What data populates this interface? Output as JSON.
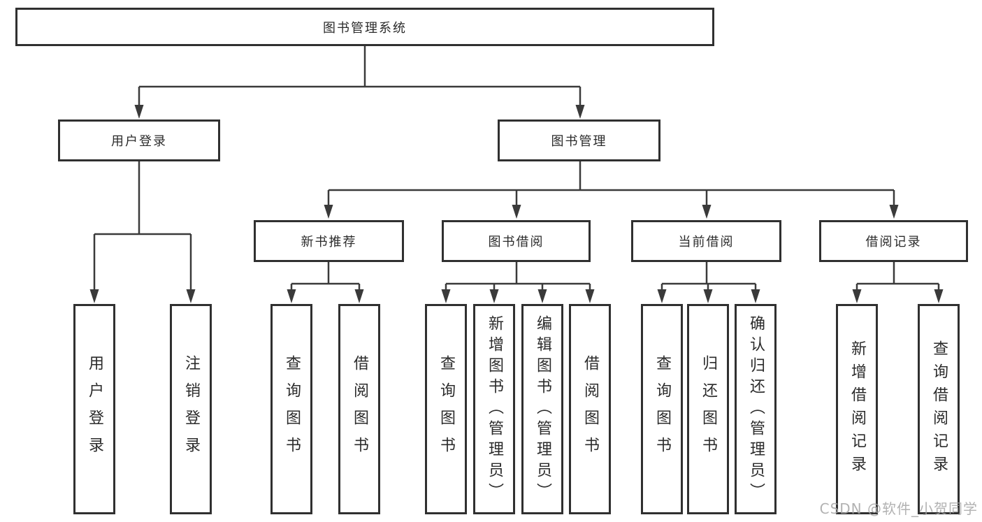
{
  "diagram": {
    "root": {
      "label": "图书管理系统"
    },
    "level2": [
      {
        "label": "用户登录",
        "parent": "图书管理系统"
      },
      {
        "label": "图书管理",
        "parent": "图书管理系统"
      }
    ],
    "level3": [
      {
        "label": "新书推荐",
        "parent": "图书管理"
      },
      {
        "label": "图书借阅",
        "parent": "图书管理"
      },
      {
        "label": "当前借阅",
        "parent": "图书管理"
      },
      {
        "label": "借阅记录",
        "parent": "图书管理"
      }
    ],
    "leaves": [
      {
        "label": "用户登录",
        "parent": "用户登录"
      },
      {
        "label": "注销登录",
        "parent": "用户登录"
      },
      {
        "label": "查询图书",
        "parent": "新书推荐"
      },
      {
        "label": "借阅图书",
        "parent": "新书推荐"
      },
      {
        "label": "查询图书",
        "parent": "图书借阅"
      },
      {
        "label": "新增图书（管理员）",
        "parent": "图书借阅"
      },
      {
        "label": "编辑图书（管理员）",
        "parent": "图书借阅"
      },
      {
        "label": "借阅图书",
        "parent": "图书借阅"
      },
      {
        "label": "查询图书",
        "parent": "当前借阅"
      },
      {
        "label": "归还图书",
        "parent": "当前借阅"
      },
      {
        "label": "确认归还（管理员）",
        "parent": "当前借阅"
      },
      {
        "label": "新增借阅记录",
        "parent": "借阅记录"
      },
      {
        "label": "查询借阅记录",
        "parent": "借阅记录"
      }
    ],
    "watermark": "CSDN @软件_小贺同学",
    "colors": {
      "line": "#3a3a3a",
      "box_border": "#303030",
      "box_fill": "#ffffff",
      "text": "#2b2b2b",
      "watermark": "#a4a4a4"
    }
  }
}
